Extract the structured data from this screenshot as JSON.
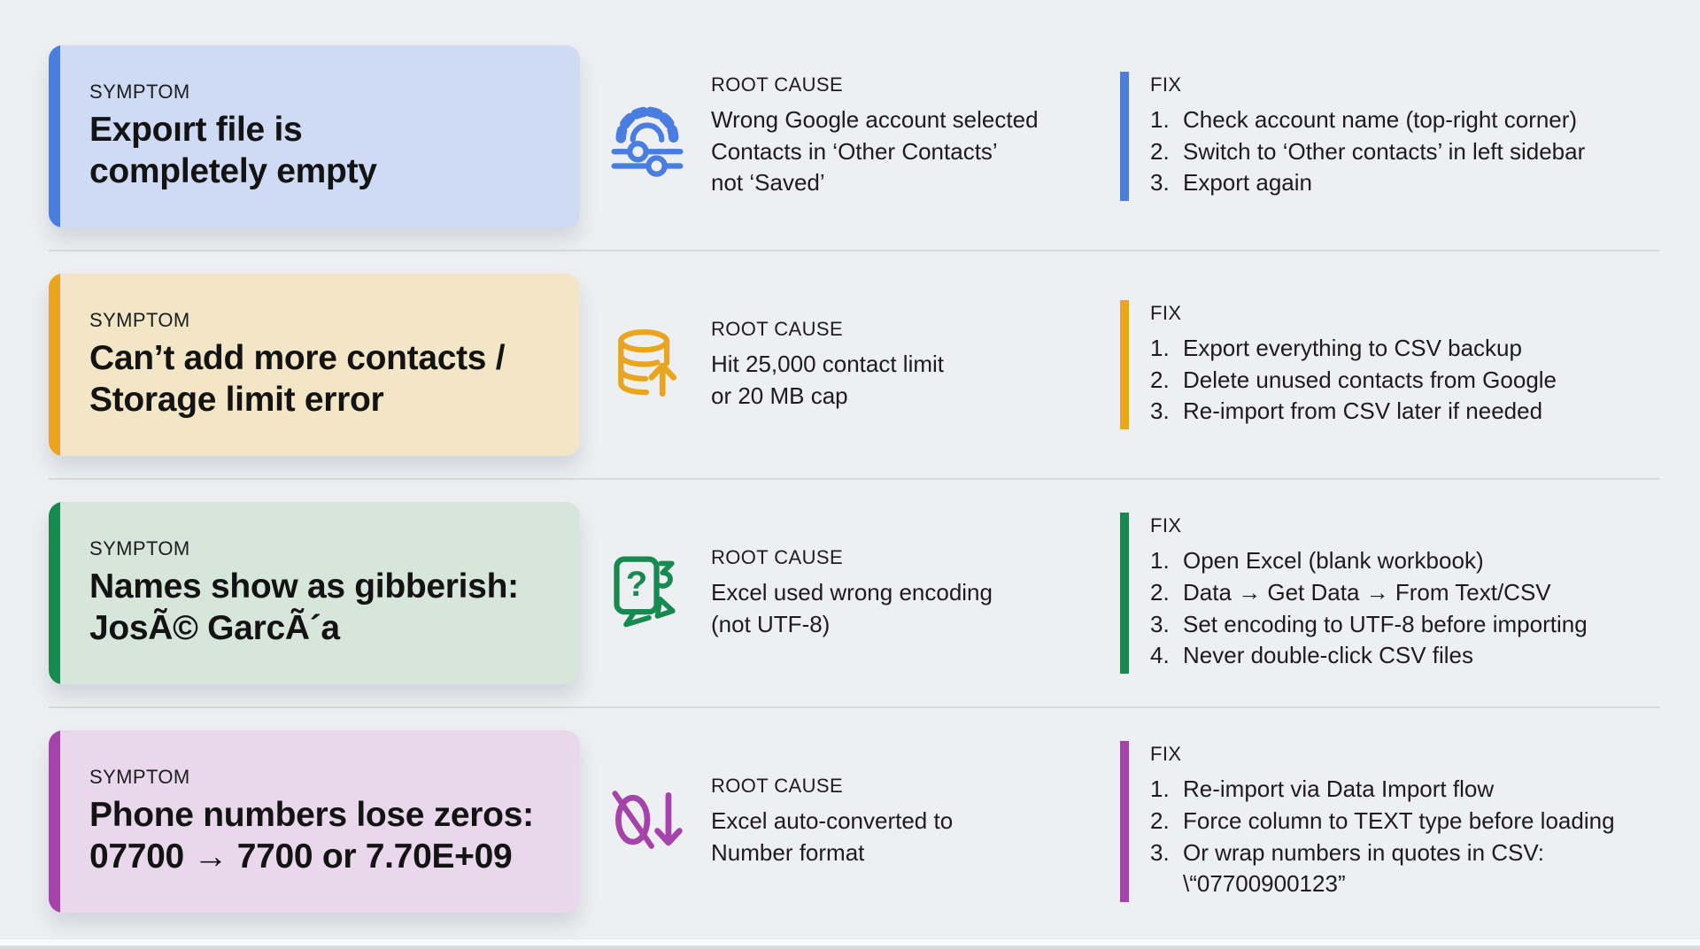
{
  "page": {
    "background": "#edeff2",
    "divider_color": "#d8dadc"
  },
  "column_labels": {
    "symptom": "SYMPTOM",
    "root_cause": "ROOT CAUSE",
    "fix": "FIX"
  },
  "rows": [
    {
      "accent_color": "#4a7de0",
      "card_bg": "#cfdbf4",
      "icon": "gear-sliders-icon",
      "symptom_lines": [
        "Expoırt file is",
        "completely empty"
      ],
      "root_cause_lines": [
        "Wrong Google account selected",
        "Contacts in ‘Other Contacts’",
        "not ‘Saved’"
      ],
      "fix_steps": [
        "Check account name (top-right corner)",
        "Switch to ‘Other contacts’ in left sidebar",
        "Export again"
      ]
    },
    {
      "accent_color": "#e9a51e",
      "card_bg": "#f3e6c6",
      "icon": "database-limit-icon",
      "symptom_lines": [
        "Can’t add more contacts /",
        "Storage limit error"
      ],
      "root_cause_lines": [
        "Hit 25,000 contact limit",
        "or 20 MB cap"
      ],
      "fix_steps": [
        "Export everything to CSV backup",
        "Delete unused contacts from Google",
        "Re-import from CSV later if needed"
      ]
    },
    {
      "accent_color": "#178a52",
      "card_bg": "#d6e6db",
      "icon": "encoding-question-icon",
      "symptom_lines": [
        "Names show as gibberish:",
        "JosÃ© GarcÃ´a"
      ],
      "root_cause_lines": [
        "Excel used wrong encoding",
        "(not UTF-8)"
      ],
      "fix_steps": [
        "Open Excel (blank workbook)",
        "Data → Get Data → From Text/CSV",
        "Set encoding to UTF-8 before importing",
        "Never double-click CSV files"
      ]
    },
    {
      "accent_color": "#a444ab",
      "card_bg": "#e9d8ec",
      "icon": "zero-slash-arrow-icon",
      "symptom_lines": [
        "Phone numbers lose zeros:",
        "07700 → 7700 or 7.70E+09"
      ],
      "root_cause_lines": [
        "Excel auto-converted to",
        "Number format"
      ],
      "fix_steps": [
        "Re-import via Data Import flow",
        "Force column to TEXT type before loading",
        "Or wrap numbers in quotes in CSV:\n\\“07700900123”"
      ]
    }
  ]
}
